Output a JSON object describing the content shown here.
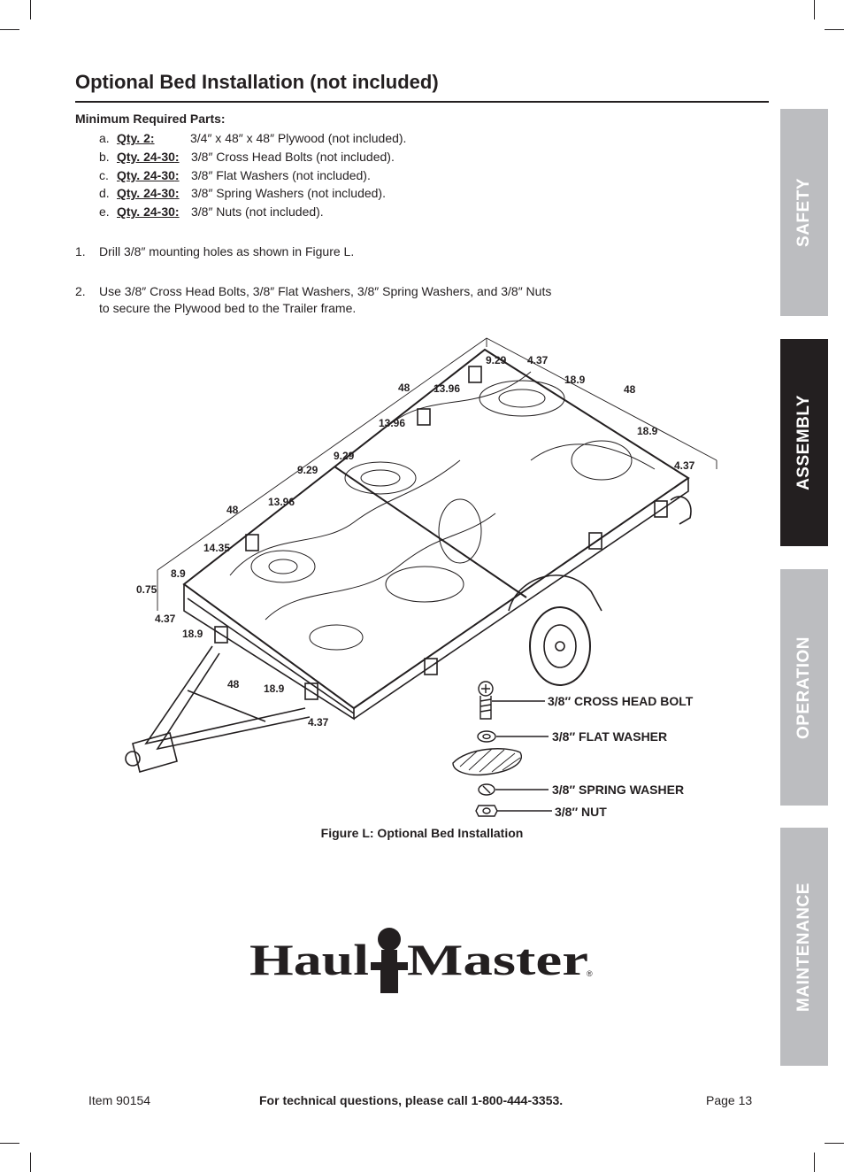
{
  "heading": "Optional Bed Installation (not included)",
  "parts_heading": "Minimum Required Parts:",
  "parts": [
    {
      "letter": "a.",
      "qty": "Qty. 2",
      "desc": "3/4″ x 48″ x 48″ Plywood (not included)."
    },
    {
      "letter": "b.",
      "qty": "Qty. 24-30",
      "desc": "3/8″ Cross Head Bolts (not included)."
    },
    {
      "letter": "c.",
      "qty": "Qty. 24-30",
      "desc": "3/8″ Flat Washers (not included)."
    },
    {
      "letter": "d.",
      "qty": "Qty. 24-30",
      "desc": "3/8″ Spring Washers (not included)."
    },
    {
      "letter": "e.",
      "qty": "Qty. 24-30",
      "desc": "3/8″ Nuts (not included)."
    }
  ],
  "steps": [
    {
      "num": "1.",
      "text": "Drill 3/8″ mounting holes as shown in Figure L."
    },
    {
      "num": "2.",
      "text": "Use 3/8″ Cross Head Bolts, 3/8″ Flat Washers, 3/8″ Spring Washers, and 3/8″ Nuts to secure the Plywood bed to the Trailer frame."
    }
  ],
  "figure": {
    "caption": "Figure L:  Optional Bed Installation",
    "dimensions": [
      "9.29",
      "4.37",
      "48",
      "13.96",
      "18.9",
      "48",
      "13.96",
      "18.9",
      "9.29",
      "9.29",
      "4.37",
      "48",
      "13.96",
      "14.35",
      "8.9",
      "0.75",
      "4.37",
      "18.9",
      "48",
      "18.9",
      "4.37"
    ],
    "hardware_labels": [
      "3/8″ CROSS HEAD BOLT",
      "3/8″ FLAT WASHER",
      "3/8″ SPRING WASHER",
      "3/8″ NUT"
    ]
  },
  "logo": {
    "left": "Haul",
    "right": "Master",
    "mark": "®"
  },
  "footer": {
    "item": "Item 90154",
    "phone": "For technical questions, please call 1-800-444-3353.",
    "page": "Page 13"
  },
  "tabs": [
    {
      "label": "SAFETY",
      "active": false
    },
    {
      "label": "ASSEMBLY",
      "active": true
    },
    {
      "label": "OPERATION",
      "active": false
    },
    {
      "label": "MAINTENANCE",
      "active": false
    }
  ],
  "colors": {
    "ink": "#231f20",
    "tab_inactive": "#bcbdc0",
    "tab_active": "#231f20",
    "tab_text": "#ffffff"
  }
}
